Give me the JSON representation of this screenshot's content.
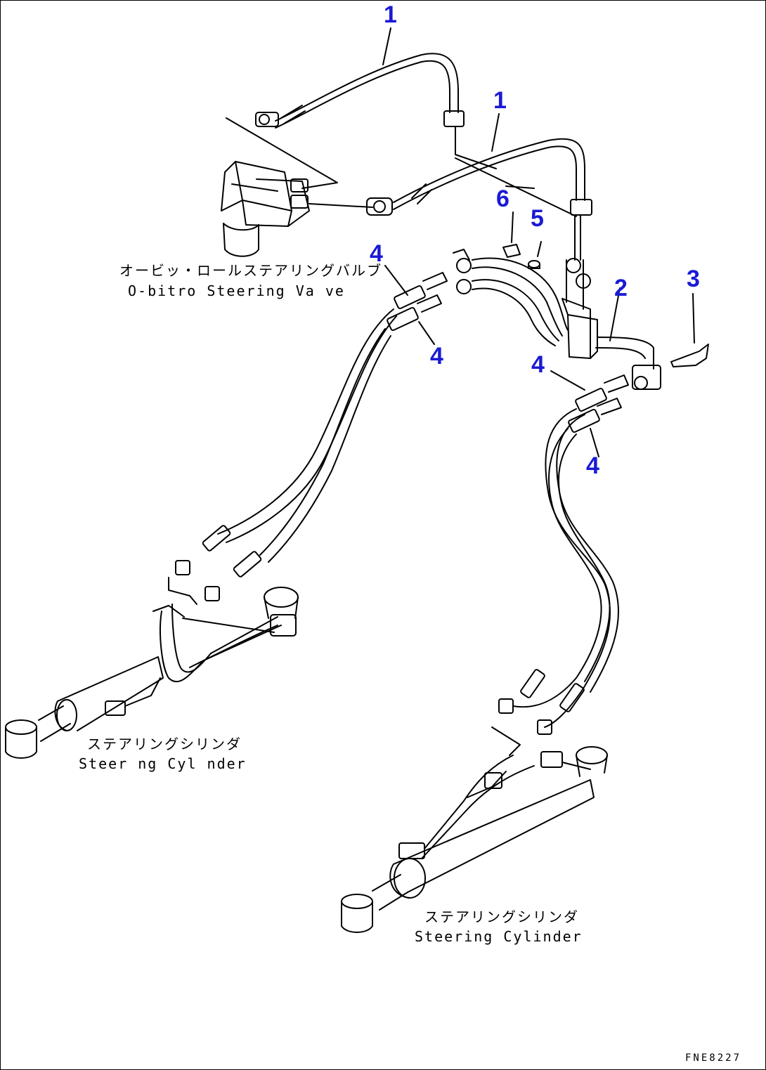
{
  "colors": {
    "callout": "#1a1ad6",
    "line": "#000000",
    "background": "#ffffff"
  },
  "callouts": [
    {
      "id": "c1a",
      "text": "1"
    },
    {
      "id": "c1b",
      "text": "1"
    },
    {
      "id": "c6",
      "text": "6"
    },
    {
      "id": "c5",
      "text": "5"
    },
    {
      "id": "c4a",
      "text": "4"
    },
    {
      "id": "c2",
      "text": "2"
    },
    {
      "id": "c3",
      "text": "3"
    },
    {
      "id": "c4b",
      "text": "4"
    },
    {
      "id": "c4c",
      "text": "4"
    },
    {
      "id": "c4d",
      "text": "4"
    }
  ],
  "labels": {
    "orbitrol_jp": "オービッ・ロールステアリングバルブ",
    "orbitrol_en": "O-bitro  Steering Va ve",
    "cyl_left_jp": "ステアリングシリンダ",
    "cyl_left_en": "Steer ng Cyl nder",
    "cyl_right_jp": "ステアリングシリンダ",
    "cyl_right_en": "Steering Cylinder"
  },
  "drawing_code": "FNE8227"
}
